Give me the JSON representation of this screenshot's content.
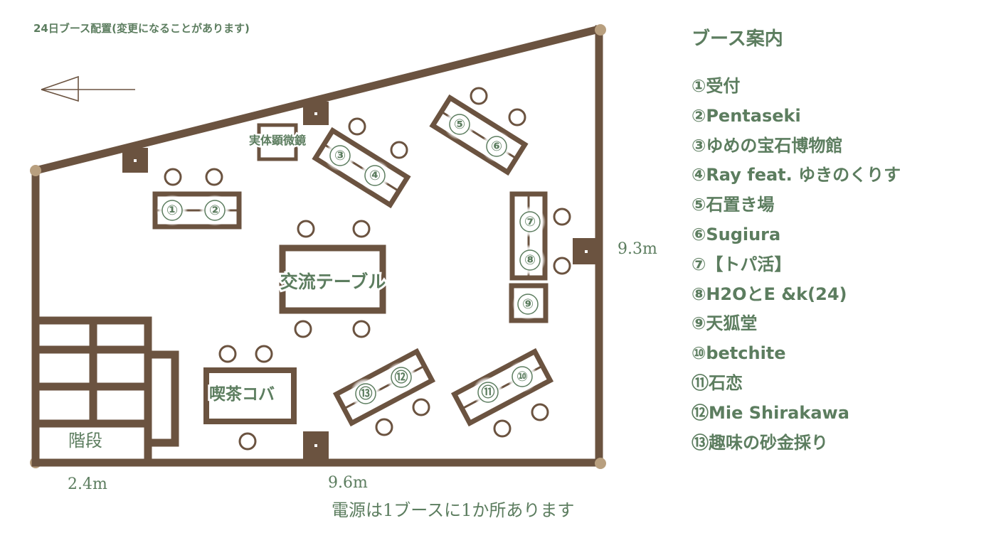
{
  "map": {
    "title": "24日ブース配置(変更になることがあります)",
    "labels": {
      "microscope": "実体顕微鏡",
      "exchange_table": "交流テーブル",
      "kissa": "喫茶コバ",
      "stairs": "階段"
    },
    "dimensions": {
      "right_wall": "9.3m",
      "bottom_left": "2.4m",
      "bottom_wall": "9.6m"
    },
    "power_note": "電源は1ブースに1か所あります",
    "booth_numbers": [
      "①",
      "②",
      "③",
      "④",
      "⑤",
      "⑥",
      "⑦",
      "⑧",
      "⑨",
      "⑩",
      "⑪",
      "⑫",
      "⑬"
    ]
  },
  "legend": {
    "title": "ブース案内",
    "items": [
      "①受付",
      "②Pentaseki",
      "③ゆめの宝石博物館",
      "④Ray feat. ゆきのくりす",
      "⑤石置き場",
      "⑥Sugiura",
      "⑦【トパ活】",
      "⑧H2OとE &k(24)",
      "⑨天狐堂",
      "⑩betchite",
      "⑪石恋",
      "⑫Mie Shirakawa",
      "⑬趣味の砂金採り"
    ]
  },
  "colors": {
    "wall": "#6b5340",
    "text": "#5c7d5f",
    "corner": "#b89f7f"
  }
}
